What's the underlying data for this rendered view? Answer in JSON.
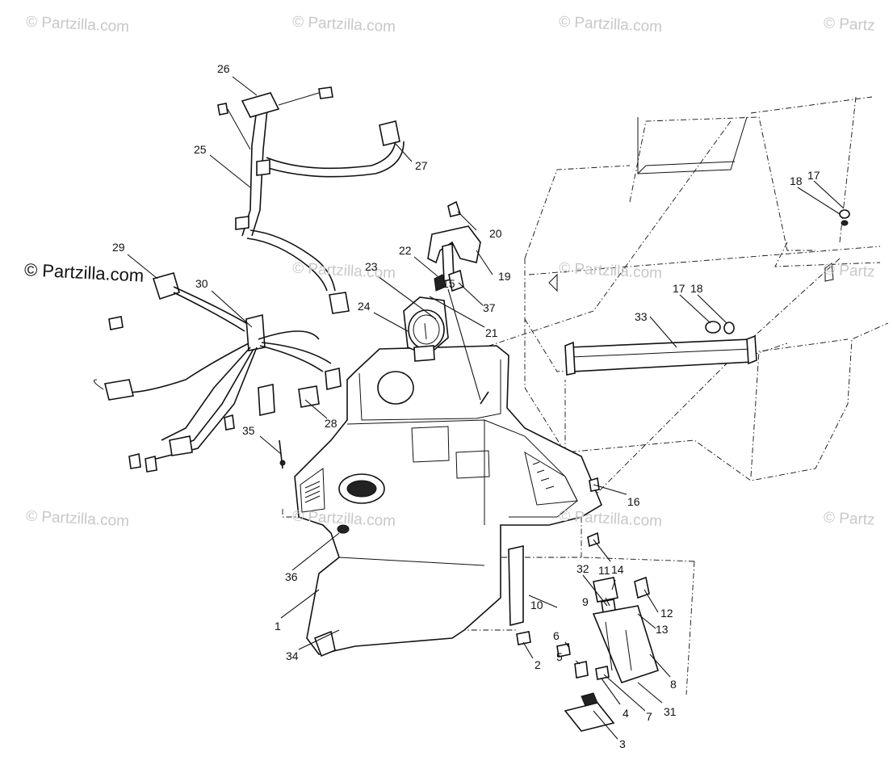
{
  "watermarks": [
    {
      "text": "© Partzilla.com"
    },
    {
      "text": "© Partzilla.com"
    },
    {
      "text": "© Partzilla.com"
    },
    {
      "text": "© Partz"
    },
    {
      "text": "© Partzilla.com"
    },
    {
      "text": "© Partzilla.com"
    },
    {
      "text": "© Partzilla.com"
    },
    {
      "text": "© Partz"
    },
    {
      "text": "© Partzilla.com"
    },
    {
      "text": "© Partzilla.com"
    },
    {
      "text": "© Partz"
    },
    {
      "text": "© Partzilla.com"
    }
  ],
  "callouts": [
    "1",
    "2",
    "3",
    "4",
    "5",
    "6",
    "7",
    "8",
    "9",
    "10",
    "11",
    "12",
    "13",
    "14",
    "15",
    "16",
    "17",
    "17",
    "18",
    "18",
    "19",
    "20",
    "21",
    "22",
    "23",
    "24",
    "25",
    "26",
    "27",
    "28",
    "29",
    "30",
    "31",
    "32",
    "33",
    "34",
    "35",
    "36",
    "37"
  ]
}
